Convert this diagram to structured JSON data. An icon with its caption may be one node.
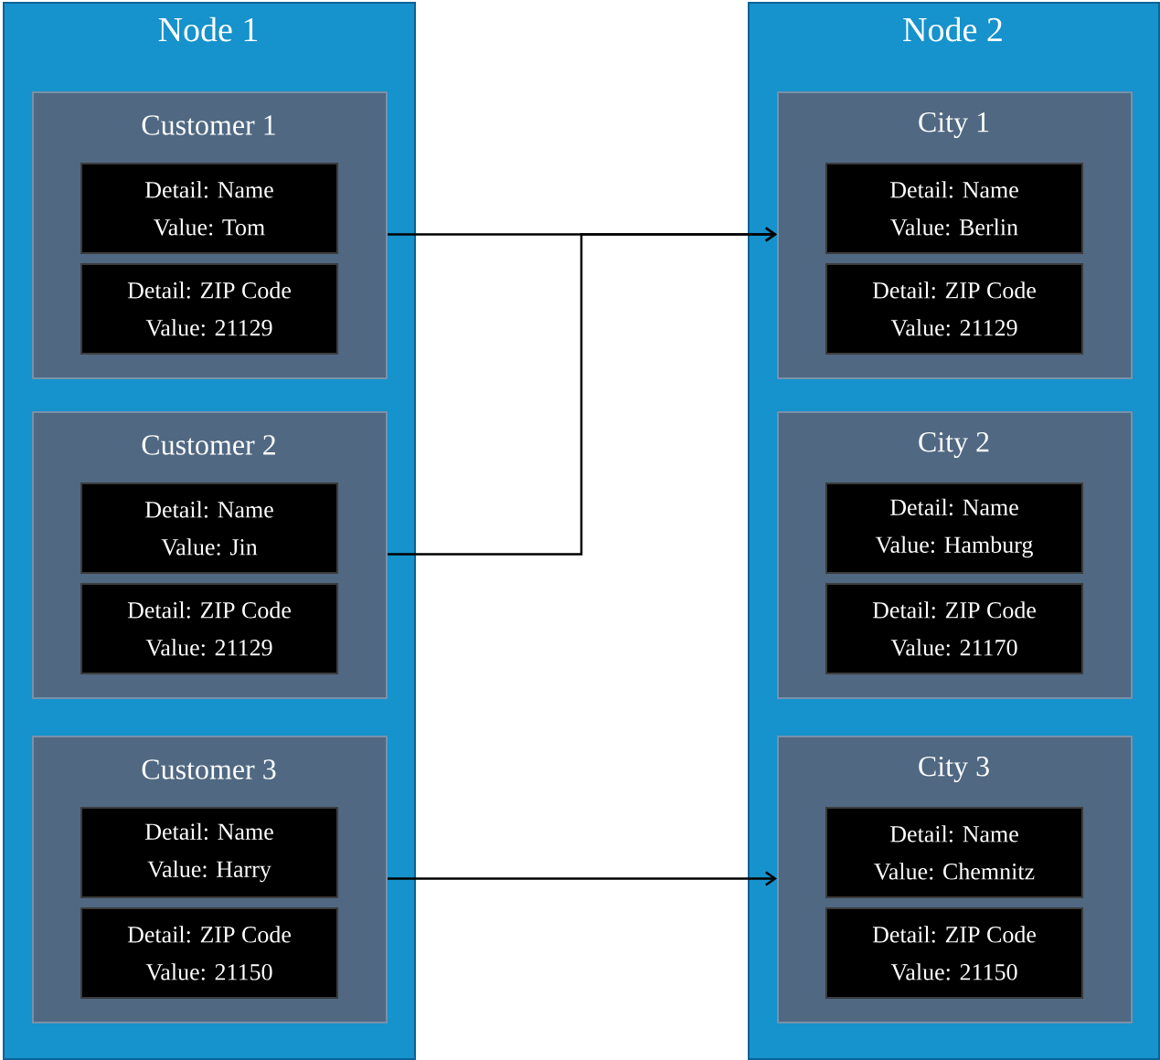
{
  "diagram": {
    "nodes": [
      {
        "text": [
          "Node 1"
        ]
      },
      {
        "text": [
          "Customer 1"
        ],
        "in": 0
      },
      {
        "text": [
          "Detail: Name",
          "Value: Tom"
        ],
        "in": 1
      },
      {
        "text": [
          "Detail: ZIP Code",
          "Value: 21129"
        ],
        "in": 1
      },
      {
        "text": [
          "Customer 2"
        ],
        "in": 0
      },
      {
        "text": [
          "Detail: Name",
          "Value: Jin"
        ],
        "in": 4
      },
      {
        "text": [
          "Detail: ZIP Code",
          "Value: 21129"
        ],
        "in": 4
      },
      {
        "text": [
          "Customer 3"
        ],
        "in": 0
      },
      {
        "text": [
          "Detail: Name",
          "Value: Harry"
        ],
        "in": 7
      },
      {
        "text": [
          "Detail: ZIP Code",
          "Value: 21150"
        ],
        "in": 7
      },
      {
        "text": [
          "Node 2"
        ]
      },
      {
        "text": [
          "City 1"
        ],
        "in": 10
      },
      {
        "text": [
          "Detail: Name",
          "Value: Berlin"
        ],
        "in": 11
      },
      {
        "text": [
          "Detail: ZIP Code",
          "Value: 21129"
        ],
        "in": 11
      },
      {
        "text": [
          "City 2"
        ],
        "in": 10
      },
      {
        "text": [
          "Detail: Name",
          "Value: Hamburg"
        ],
        "in": 14
      },
      {
        "text": [
          "Detail: ZIP Code",
          "Value: 21170"
        ],
        "in": 14
      },
      {
        "text": [
          "City 3"
        ],
        "in": 10
      },
      {
        "text": [
          "Detail: Name",
          "Value: Chemnitz"
        ],
        "in": 17
      },
      {
        "text": [
          "Detail: ZIP Code",
          "Value: 21150"
        ],
        "in": 17
      }
    ],
    "edges": [
      {
        "from": 1,
        "to": 11,
        "arrow": "to"
      },
      {
        "from": 4,
        "to": 11,
        "arrow": "to"
      },
      {
        "from": 7,
        "to": 17,
        "arrow": "to"
      }
    ]
  }
}
